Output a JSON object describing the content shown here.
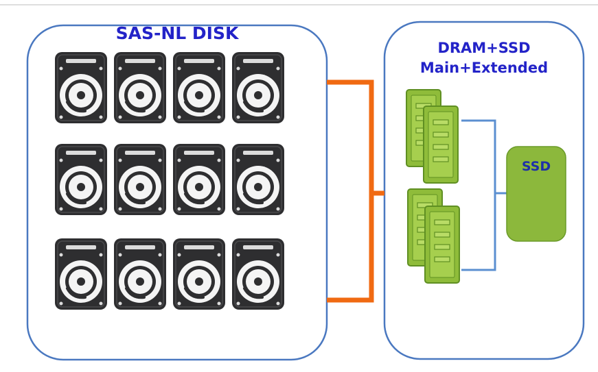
{
  "disk_box": {
    "title": "SAS-NL DISK",
    "drive_icon": "hard-disk-icon",
    "drive_rows": 3,
    "drive_columns": 4
  },
  "memory_box": {
    "title_line1": "DRAM+SSD",
    "title_line2": "Main+Extended",
    "server_icon": "server-icon",
    "ssd_label": "SSD"
  },
  "colors": {
    "title_text": "#2323c8",
    "box_border": "#4a78c0",
    "disk_link": "#f06a12",
    "ssd_link": "#5b8fd0",
    "server_fill": "#8fbc3a",
    "server_border": "#5f8f22",
    "ssd_fill": "#8cb83c",
    "drive_body": "#2e2e30"
  }
}
